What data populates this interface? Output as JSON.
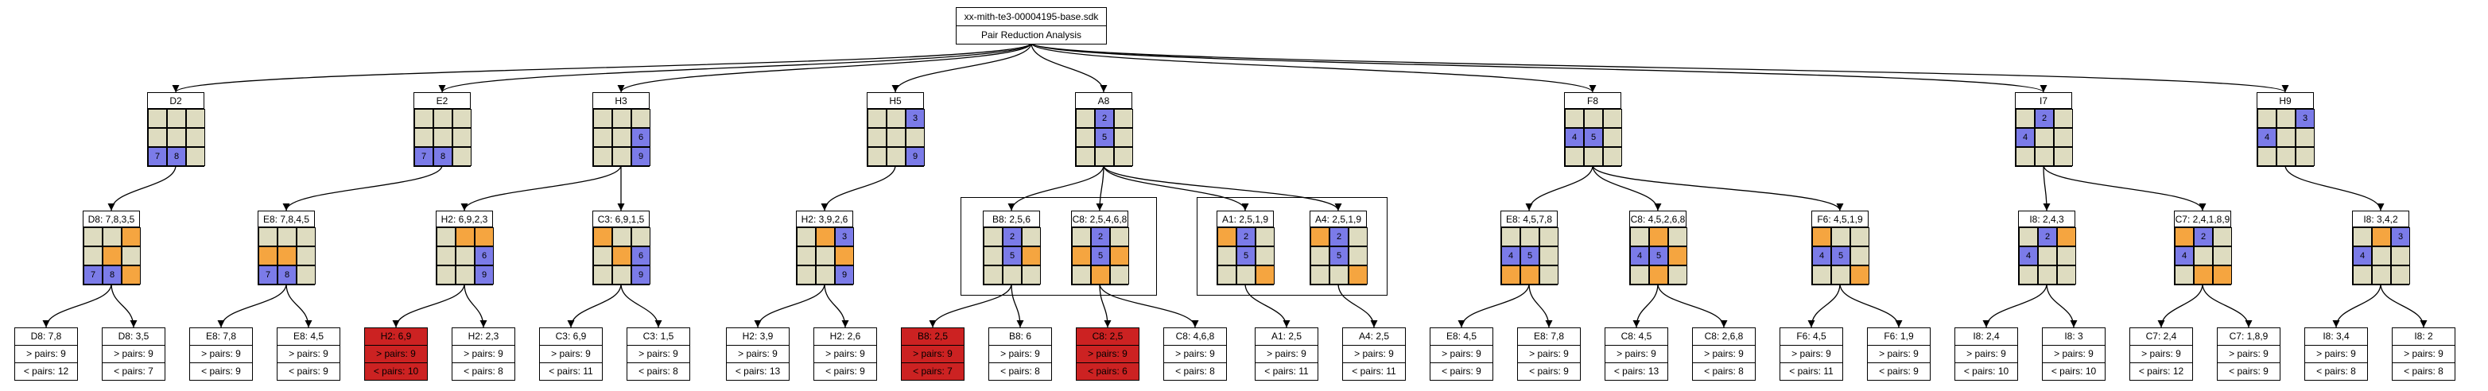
{
  "root": {
    "title": "xx-mith-te3-00004195-base.sdk",
    "subtitle": "Pair Reduction Analysis"
  },
  "colors": {
    "cell": "#dedcc0",
    "blue": "#7b7be8",
    "orange": "#f5a540",
    "red": "#cc2222",
    "line": "#000000"
  },
  "grids": {
    "D2": {
      "label": "D2",
      "cells": [
        [
          "",
          ""
        ],
        [
          "",
          ""
        ],
        [
          "",
          ""
        ],
        [
          "",
          ""
        ],
        [
          "",
          ""
        ],
        [
          "",
          ""
        ],
        [
          "b",
          "7"
        ],
        [
          "b",
          "8"
        ],
        [
          "",
          ""
        ]
      ]
    },
    "E2": {
      "label": "E2",
      "cells": [
        [
          "",
          ""
        ],
        [
          "",
          ""
        ],
        [
          "",
          ""
        ],
        [
          "",
          ""
        ],
        [
          "",
          ""
        ],
        [
          "",
          ""
        ],
        [
          "b",
          "7"
        ],
        [
          "b",
          "8"
        ],
        [
          "",
          ""
        ]
      ]
    },
    "H3": {
      "label": "H3",
      "cells": [
        [
          "",
          ""
        ],
        [
          "",
          ""
        ],
        [
          "",
          ""
        ],
        [
          "",
          ""
        ],
        [
          "",
          ""
        ],
        [
          "b",
          "6"
        ],
        [
          "",
          ""
        ],
        [
          "",
          ""
        ],
        [
          "b",
          "9"
        ]
      ]
    },
    "H5": {
      "label": "H5",
      "cells": [
        [
          "",
          ""
        ],
        [
          "",
          ""
        ],
        [
          "b",
          "3"
        ],
        [
          "",
          ""
        ],
        [
          "",
          ""
        ],
        [
          "",
          ""
        ],
        [
          "",
          ""
        ],
        [
          "",
          ""
        ],
        [
          "b",
          "9"
        ]
      ]
    },
    "A8": {
      "label": "A8",
      "cells": [
        [
          "",
          ""
        ],
        [
          "b",
          "2"
        ],
        [
          "",
          ""
        ],
        [
          "",
          ""
        ],
        [
          "b",
          "5"
        ],
        [
          "",
          ""
        ],
        [
          "",
          ""
        ],
        [
          "",
          ""
        ],
        [
          "",
          ""
        ]
      ]
    },
    "F8": {
      "label": "F8",
      "cells": [
        [
          "",
          ""
        ],
        [
          "",
          ""
        ],
        [
          "",
          ""
        ],
        [
          "b",
          "4"
        ],
        [
          "b",
          "5"
        ],
        [
          "",
          ""
        ],
        [
          "",
          ""
        ],
        [
          "",
          ""
        ],
        [
          "",
          ""
        ]
      ]
    },
    "I7": {
      "label": "I7",
      "cells": [
        [
          "",
          ""
        ],
        [
          "b",
          "2"
        ],
        [
          "",
          ""
        ],
        [
          "b",
          "4"
        ],
        [
          "",
          ""
        ],
        [
          "",
          ""
        ],
        [
          "",
          ""
        ],
        [
          "",
          ""
        ],
        [
          "",
          ""
        ]
      ]
    },
    "H9": {
      "label": "H9",
      "cells": [
        [
          "",
          ""
        ],
        [
          "",
          ""
        ],
        [
          "b",
          "3"
        ],
        [
          "b",
          "4"
        ],
        [
          "",
          ""
        ],
        [
          "",
          ""
        ],
        [
          "",
          ""
        ],
        [
          "",
          ""
        ],
        [
          "",
          ""
        ]
      ]
    },
    "D8s": {
      "label": "D8: 7,8,3,5",
      "cells": [
        [
          "",
          ""
        ],
        [
          "",
          ""
        ],
        [
          "o",
          ""
        ],
        [
          "",
          ""
        ],
        [
          "o",
          ""
        ],
        [
          "",
          ""
        ],
        [
          "b",
          "7"
        ],
        [
          "b",
          "8"
        ],
        [
          "o",
          ""
        ]
      ]
    },
    "E8s": {
      "label": "E8: 7,8,4,5",
      "cells": [
        [
          "",
          ""
        ],
        [
          "",
          ""
        ],
        [
          "",
          ""
        ],
        [
          "o",
          ""
        ],
        [
          "o",
          ""
        ],
        [
          "",
          ""
        ],
        [
          "b",
          "7"
        ],
        [
          "b",
          "8"
        ],
        [
          "",
          ""
        ]
      ]
    },
    "H2s": {
      "label": "H2: 6,9,2,3",
      "cells": [
        [
          "",
          ""
        ],
        [
          "o",
          ""
        ],
        [
          "o",
          ""
        ],
        [
          "",
          ""
        ],
        [
          "",
          ""
        ],
        [
          "b",
          "6"
        ],
        [
          "",
          ""
        ],
        [
          "",
          ""
        ],
        [
          "b",
          "9"
        ]
      ]
    },
    "C3s": {
      "label": "C3: 6,9,1,5",
      "cells": [
        [
          "o",
          ""
        ],
        [
          "",
          ""
        ],
        [
          "",
          ""
        ],
        [
          "",
          ""
        ],
        [
          "o",
          ""
        ],
        [
          "b",
          "6"
        ],
        [
          "",
          ""
        ],
        [
          "",
          ""
        ],
        [
          "b",
          "9"
        ]
      ]
    },
    "H2b": {
      "label": "H2: 3,9,2,6",
      "cells": [
        [
          "",
          ""
        ],
        [
          "o",
          ""
        ],
        [
          "b",
          "3"
        ],
        [
          "",
          ""
        ],
        [
          "",
          ""
        ],
        [
          "o",
          ""
        ],
        [
          "",
          ""
        ],
        [
          "",
          ""
        ],
        [
          "b",
          "9"
        ]
      ]
    },
    "B8s": {
      "label": "B8: 2,5,6",
      "cells": [
        [
          "",
          ""
        ],
        [
          "b",
          "2"
        ],
        [
          "",
          ""
        ],
        [
          "",
          ""
        ],
        [
          "b",
          "5"
        ],
        [
          "o",
          ""
        ],
        [
          "",
          ""
        ],
        [
          "",
          ""
        ],
        [
          "",
          ""
        ]
      ]
    },
    "C8s": {
      "label": "C8: 2,5,4,6,8",
      "cells": [
        [
          "",
          ""
        ],
        [
          "b",
          "2"
        ],
        [
          "",
          ""
        ],
        [
          "o",
          ""
        ],
        [
          "b",
          "5"
        ],
        [
          "o",
          ""
        ],
        [
          "",
          ""
        ],
        [
          "o",
          ""
        ],
        [
          "",
          ""
        ]
      ]
    },
    "A1s": {
      "label": "A1: 2,5,1,9",
      "cells": [
        [
          "o",
          ""
        ],
        [
          "b",
          "2"
        ],
        [
          "",
          ""
        ],
        [
          "",
          ""
        ],
        [
          "b",
          "5"
        ],
        [
          "",
          ""
        ],
        [
          "",
          ""
        ],
        [
          "",
          ""
        ],
        [
          "o",
          ""
        ]
      ]
    },
    "A4s": {
      "label": "A4: 2,5,1,9",
      "cells": [
        [
          "o",
          ""
        ],
        [
          "b",
          "2"
        ],
        [
          "",
          ""
        ],
        [
          "",
          ""
        ],
        [
          "b",
          "5"
        ],
        [
          "",
          ""
        ],
        [
          "",
          ""
        ],
        [
          "",
          ""
        ],
        [
          "o",
          ""
        ]
      ]
    },
    "E8f": {
      "label": "E8: 4,5,7,8",
      "cells": [
        [
          "",
          ""
        ],
        [
          "",
          ""
        ],
        [
          "",
          ""
        ],
        [
          "b",
          "4"
        ],
        [
          "b",
          "5"
        ],
        [
          "",
          ""
        ],
        [
          "o",
          ""
        ],
        [
          "o",
          ""
        ],
        [
          "",
          ""
        ]
      ]
    },
    "C8f": {
      "label": "C8: 4,5,2,6,8",
      "cells": [
        [
          "",
          ""
        ],
        [
          "o",
          ""
        ],
        [
          "",
          ""
        ],
        [
          "b",
          "4"
        ],
        [
          "b",
          "5"
        ],
        [
          "o",
          ""
        ],
        [
          "",
          ""
        ],
        [
          "o",
          ""
        ],
        [
          "",
          ""
        ]
      ]
    },
    "F6f": {
      "label": "F6: 4,5,1,9",
      "cells": [
        [
          "o",
          ""
        ],
        [
          "",
          ""
        ],
        [
          "",
          ""
        ],
        [
          "b",
          "4"
        ],
        [
          "b",
          "5"
        ],
        [
          "",
          ""
        ],
        [
          "",
          ""
        ],
        [
          "",
          ""
        ],
        [
          "o",
          ""
        ]
      ]
    },
    "I8i": {
      "label": "I8: 2,4,3",
      "cells": [
        [
          "",
          ""
        ],
        [
          "b",
          "2"
        ],
        [
          "o",
          ""
        ],
        [
          "b",
          "4"
        ],
        [
          "",
          ""
        ],
        [
          "",
          ""
        ],
        [
          "",
          ""
        ],
        [
          "",
          ""
        ],
        [
          "",
          ""
        ]
      ]
    },
    "C7i": {
      "label": "C7: 2,4,1,8,9",
      "cells": [
        [
          "o",
          ""
        ],
        [
          "b",
          "2"
        ],
        [
          "",
          ""
        ],
        [
          "b",
          "4"
        ],
        [
          "",
          ""
        ],
        [
          "",
          ""
        ],
        [
          "",
          ""
        ],
        [
          "o",
          ""
        ],
        [
          "o",
          ""
        ]
      ]
    },
    "I8h": {
      "label": "I8: 3,4,2",
      "cells": [
        [
          "",
          ""
        ],
        [
          "o",
          ""
        ],
        [
          "b",
          "3"
        ],
        [
          "b",
          "4"
        ],
        [
          "",
          ""
        ],
        [
          "",
          ""
        ],
        [
          "",
          ""
        ],
        [
          "",
          ""
        ],
        [
          "",
          ""
        ]
      ]
    }
  },
  "leaves": {
    "D8a": {
      "title": "D8: 7,8",
      "gt": "> pairs: 9",
      "lt": "< pairs: 12"
    },
    "D8b": {
      "title": "D8: 3,5",
      "gt": "> pairs: 9",
      "lt": "< pairs: 7"
    },
    "E8a": {
      "title": "E8: 7,8",
      "gt": "> pairs: 9",
      "lt": "< pairs: 9"
    },
    "E8b": {
      "title": "E8: 4,5",
      "gt": "> pairs: 9",
      "lt": "< pairs: 9"
    },
    "H2a": {
      "title": "H2: 6,9",
      "gt": "> pairs: 9",
      "lt": "< pairs: 10"
    },
    "H2c": {
      "title": "H2: 2,3",
      "gt": "> pairs: 9",
      "lt": "< pairs: 8"
    },
    "C3a": {
      "title": "C3: 6,9",
      "gt": "> pairs: 9",
      "lt": "< pairs: 11"
    },
    "C3b": {
      "title": "C3: 1,5",
      "gt": "> pairs: 9",
      "lt": "< pairs: 8"
    },
    "H2d": {
      "title": "H2: 3,9",
      "gt": "> pairs: 9",
      "lt": "< pairs: 13"
    },
    "H2e": {
      "title": "H2: 2,6",
      "gt": "> pairs: 9",
      "lt": "< pairs: 9"
    },
    "B8a": {
      "title": "B8: 2,5",
      "gt": "> pairs: 9",
      "lt": "< pairs: 7"
    },
    "B8b": {
      "title": "B8: 6",
      "gt": "> pairs: 9",
      "lt": "< pairs: 8"
    },
    "C8a": {
      "title": "C8: 2,5",
      "gt": "> pairs: 9",
      "lt": "< pairs: 6"
    },
    "C8b": {
      "title": "C8: 4,6,8",
      "gt": "> pairs: 9",
      "lt": "< pairs: 8"
    },
    "A1a": {
      "title": "A1: 2,5",
      "gt": "> pairs: 9",
      "lt": "< pairs: 11"
    },
    "A4a": {
      "title": "A4: 2,5",
      "gt": "> pairs: 9",
      "lt": "< pairs: 11"
    },
    "E8c": {
      "title": "E8: 4,5",
      "gt": "> pairs: 9",
      "lt": "< pairs: 9"
    },
    "E8d": {
      "title": "E8: 7,8",
      "gt": "> pairs: 9",
      "lt": "< pairs: 9"
    },
    "C8c": {
      "title": "C8: 4,5",
      "gt": "> pairs: 9",
      "lt": "< pairs: 13"
    },
    "C8d": {
      "title": "C8: 2,6,8",
      "gt": "> pairs: 9",
      "lt": "< pairs: 8"
    },
    "F6a": {
      "title": "F6: 4,5",
      "gt": "> pairs: 9",
      "lt": "< pairs: 11"
    },
    "F6b": {
      "title": "F6: 1,9",
      "gt": "> pairs: 9",
      "lt": "< pairs: 9"
    },
    "I8a": {
      "title": "I8: 2,4",
      "gt": "> pairs: 9",
      "lt": "< pairs: 10"
    },
    "I8b": {
      "title": "I8: 3",
      "gt": "> pairs: 9",
      "lt": "< pairs: 10"
    },
    "C7a": {
      "title": "C7: 2,4",
      "gt": "> pairs: 9",
      "lt": "< pairs: 12"
    },
    "C7b": {
      "title": "C7: 1,8,9",
      "gt": "> pairs: 9",
      "lt": "< pairs: 9"
    },
    "I8c": {
      "title": "I8: 3,4",
      "gt": "> pairs: 9",
      "lt": "< pairs: 8"
    },
    "I8d": {
      "title": "I8: 2",
      "gt": "> pairs: 9",
      "lt": "< pairs: 8"
    }
  }
}
